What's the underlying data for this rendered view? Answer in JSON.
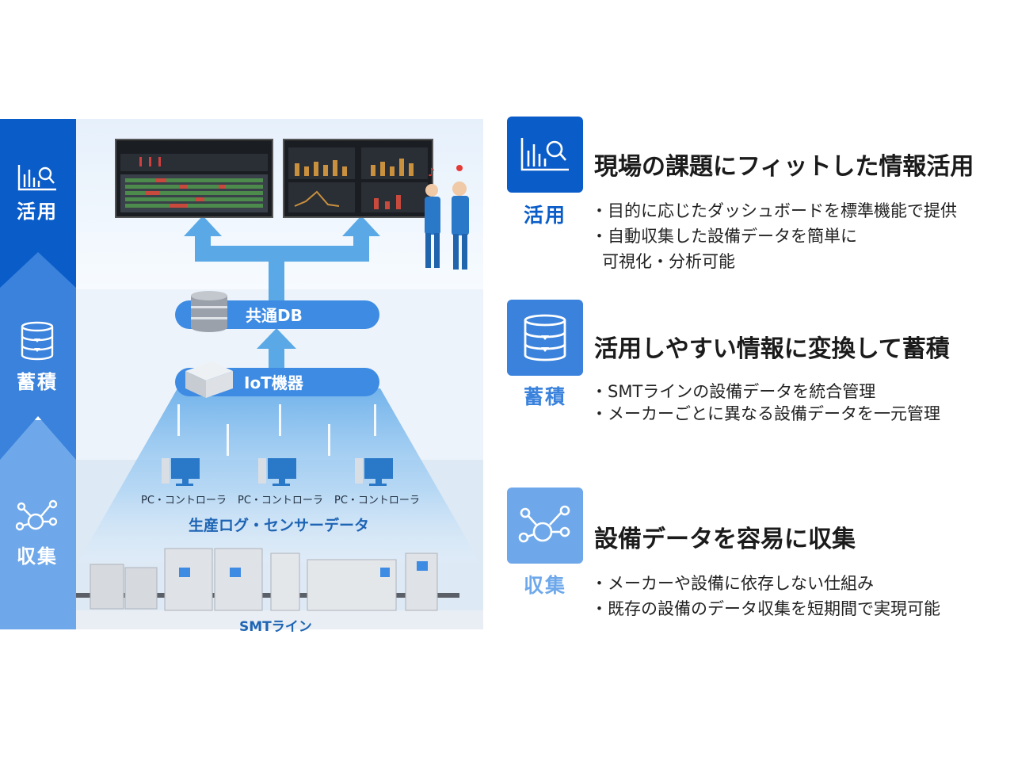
{
  "colors": {
    "stage_katsuyo": "#0a5cc9",
    "stage_chikuseki": "#3a82dc",
    "stage_shushu": "#6ea8ea",
    "arrow": "#5aa9e6",
    "pill": "#3d8be3"
  },
  "stages": [
    {
      "label": "活用",
      "icon": "chart-search-icon"
    },
    {
      "label": "蓄積",
      "icon": "database-icon"
    },
    {
      "label": "収集",
      "icon": "network-nodes-icon"
    }
  ],
  "diagram": {
    "db_label": "共通DB",
    "iot_label": "IoT機器",
    "pc_labels": [
      "PC・コントローラ",
      "PC・コントローラ",
      "PC・コントローラ"
    ],
    "data_label": "生産ログ・センサーデータ",
    "line_label": "SMTライン"
  },
  "features": [
    {
      "caption": "活用",
      "icon": "chart-search-icon",
      "title": "現場の課題にフィットした情報活用",
      "bullets": [
        "・目的に応じたダッシュボードを標準機能で提供",
        "・自動収集した設備データを簡単に",
        "可視化・分析可能"
      ]
    },
    {
      "caption": "蓄積",
      "icon": "database-icon",
      "title": "活用しやすい情報に変換して蓄積",
      "bullets": [
        "・SMTラインの設備データを統合管理",
        "・メーカーごとに異なる設備データを一元管理"
      ]
    },
    {
      "caption": "収集",
      "icon": "network-nodes-icon",
      "title": "設備データを容易に収集",
      "bullets": [
        "・メーカーや設備に依存しない仕組み",
        "・既存の設備のデータ収集を短期間で実現可能"
      ]
    }
  ]
}
